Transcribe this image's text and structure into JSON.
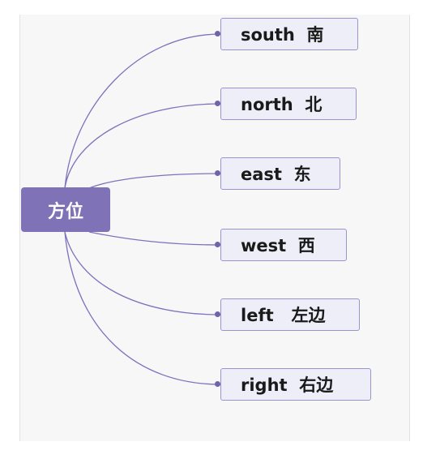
{
  "diagram": {
    "root": {
      "label": "方位"
    },
    "children": [
      {
        "label": "south  南"
      },
      {
        "label": "north  北"
      },
      {
        "label": "east  东"
      },
      {
        "label": "west  西"
      },
      {
        "label": "left   左边"
      },
      {
        "label": "right  右边"
      }
    ],
    "colors": {
      "root_fill": "#7f72b6",
      "node_fill": "#eeeef9",
      "node_border": "#9b93cc",
      "link": "#7d72bb"
    }
  }
}
